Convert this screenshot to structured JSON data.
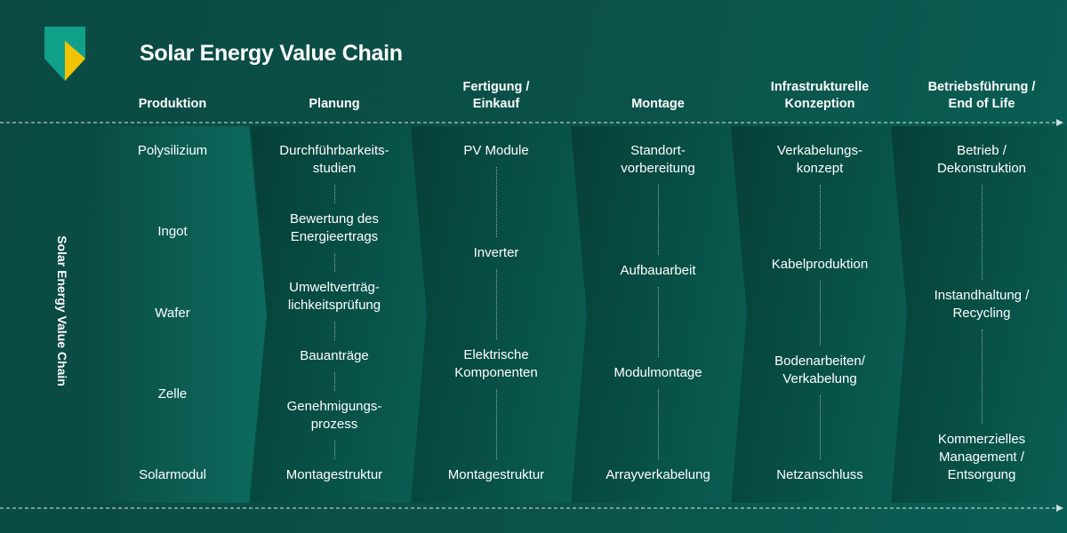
{
  "title": "Solar Energy Value Chain",
  "side_label": "Solar Energy Value Chain",
  "colors": {
    "logo_teal": "#11a08a",
    "logo_yellow": "#f2c300"
  },
  "columns": [
    {
      "header": "Produktion",
      "items": [
        "Polysilizium",
        "Ingot",
        "Wafer",
        "Zelle",
        "Solarmodul"
      ]
    },
    {
      "header": "Planung",
      "items": [
        "Durchführbarkeits-\nstudien",
        "Bewertung des\nEnergieertrags",
        "Umweltverträg-\nlichkeitsprüfung",
        "Bauanträge",
        "Genehmigungs-\nprozess",
        "Montagestruktur"
      ]
    },
    {
      "header": "Fertigung /\nEinkauf",
      "items": [
        "PV Module",
        "Inverter",
        "Elektrische\nKomponenten",
        "Montagestruktur"
      ]
    },
    {
      "header": "Montage",
      "items": [
        "Standort-\nvorbereitung",
        "Aufbauarbeit",
        "Modulmontage",
        "Arrayverkabelung"
      ]
    },
    {
      "header": "Infrastrukturelle\nKonzeption",
      "items": [
        "Verkabelungs-\nkonzept",
        "Kabelproduktion",
        "Bodenarbeiten/\nVerkabelung",
        "Netzanschluss"
      ]
    },
    {
      "header": "Betriebsführung /\nEnd of Life",
      "items": [
        "Betrieb /\nDekonstruktion",
        "Instandhaltung /\nRecycling",
        "Kommerzielles\nManagement /\nEntsorgung"
      ]
    }
  ]
}
